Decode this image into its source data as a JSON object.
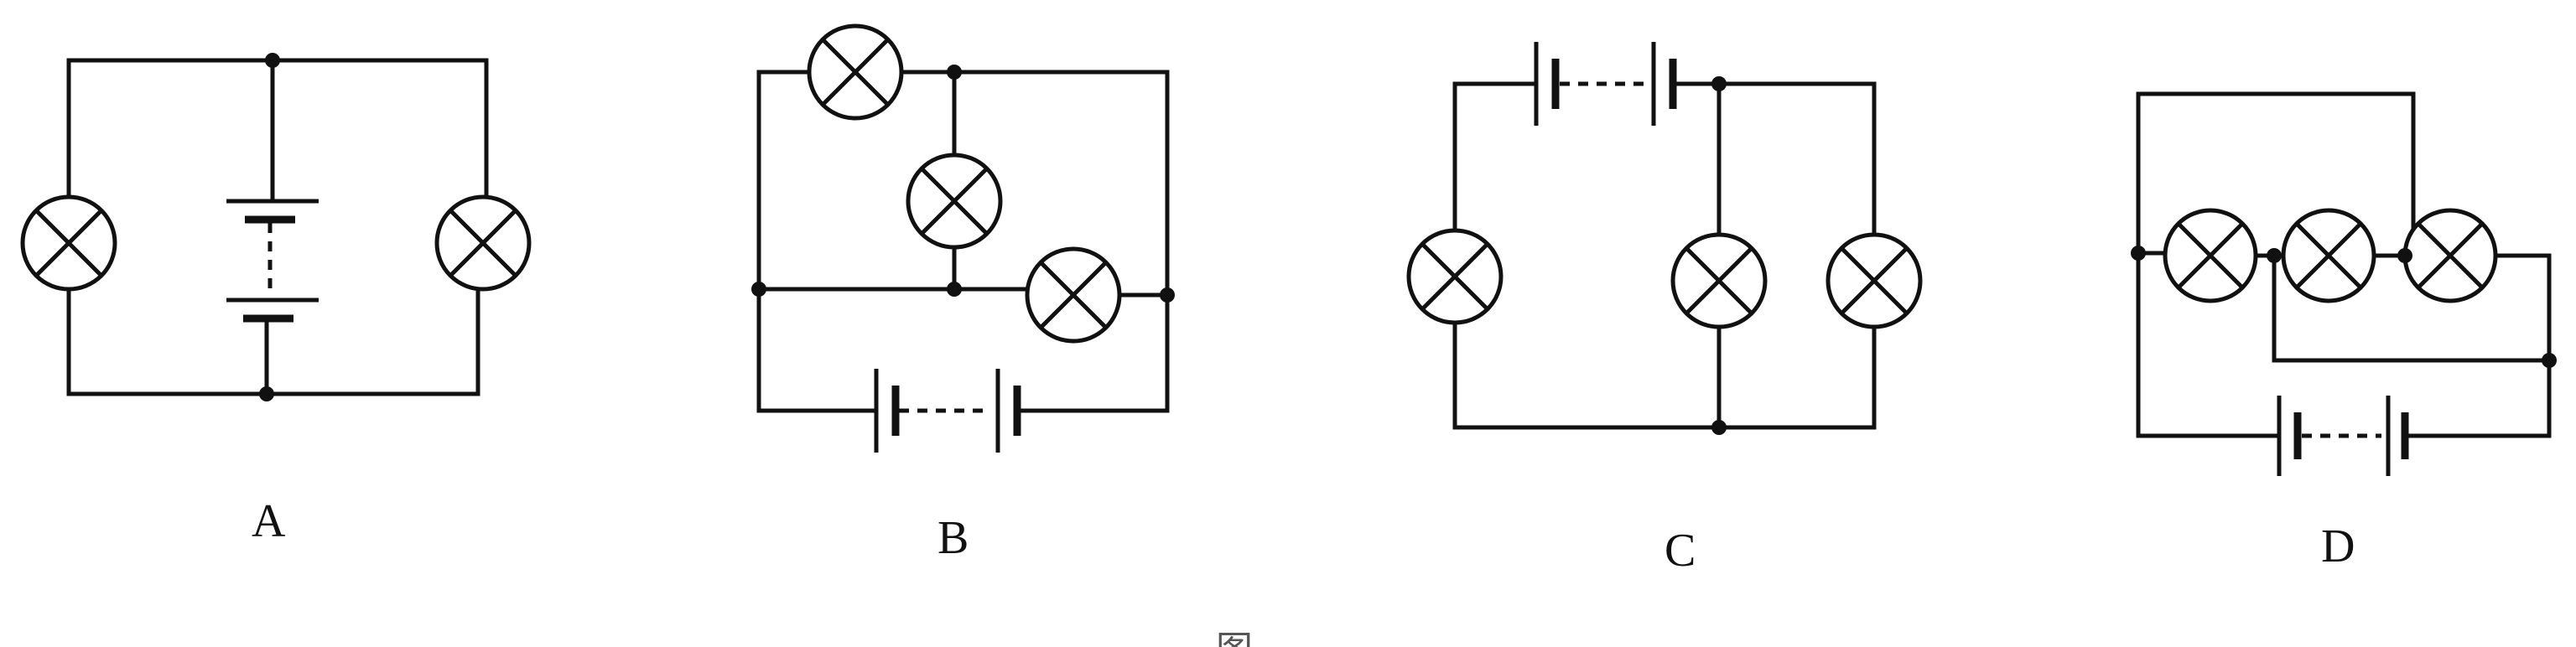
{
  "diagrams": [
    {
      "label": "A",
      "lamps": 2
    },
    {
      "label": "B",
      "lamps": 3
    },
    {
      "label": "C",
      "lamps": 3
    },
    {
      "label": "D",
      "lamps": 3
    }
  ],
  "figure_mark": "图"
}
